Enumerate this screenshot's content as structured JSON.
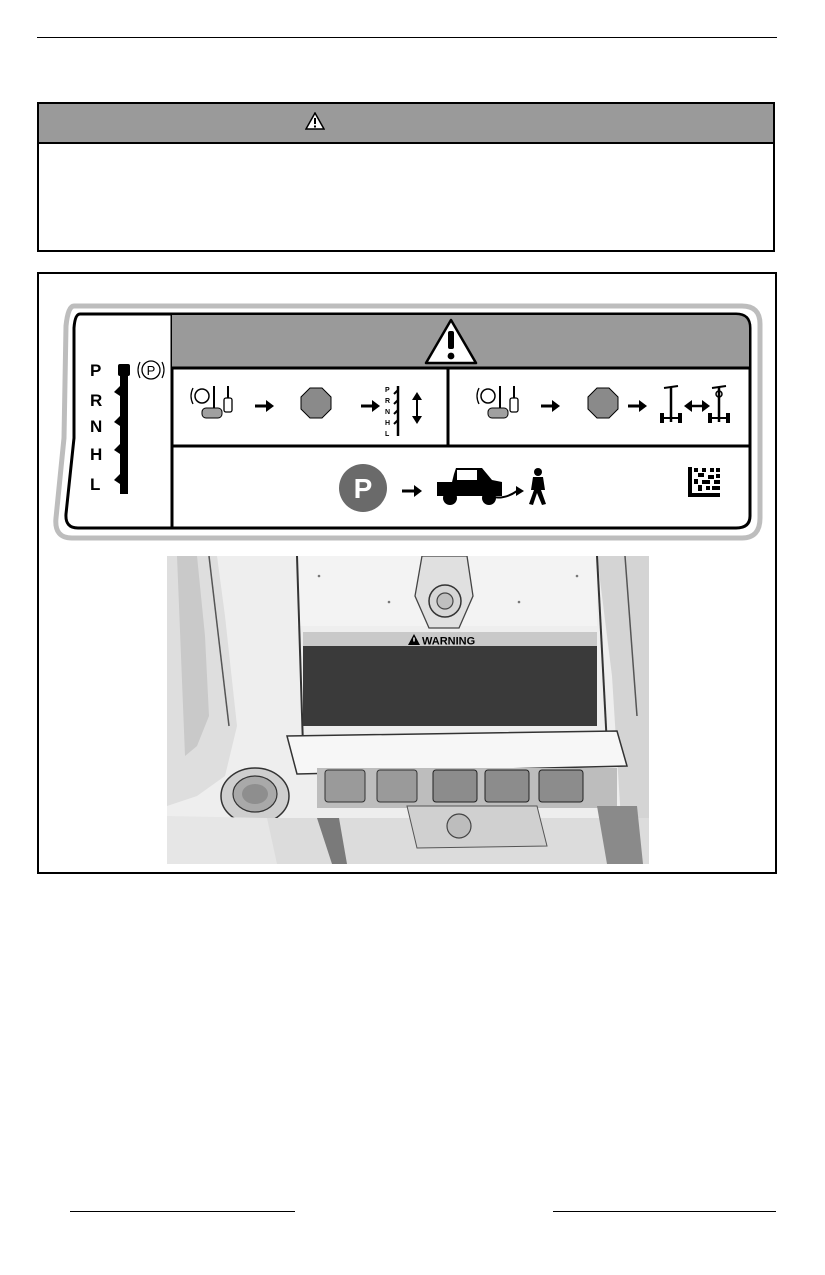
{
  "shifter": {
    "positions": [
      "P",
      "R",
      "N",
      "H",
      "L"
    ],
    "park_symbol": "P"
  },
  "decal": {
    "small_positions": [
      "P",
      "R",
      "N",
      "H",
      "L"
    ],
    "park_badge": "P"
  },
  "photo": {
    "warning_label": "WARNING"
  },
  "colors": {
    "header_gray": "#9a9a9a",
    "stop_gray": "#8a8a8a",
    "park_badge_gray": "#6a6a6a"
  }
}
